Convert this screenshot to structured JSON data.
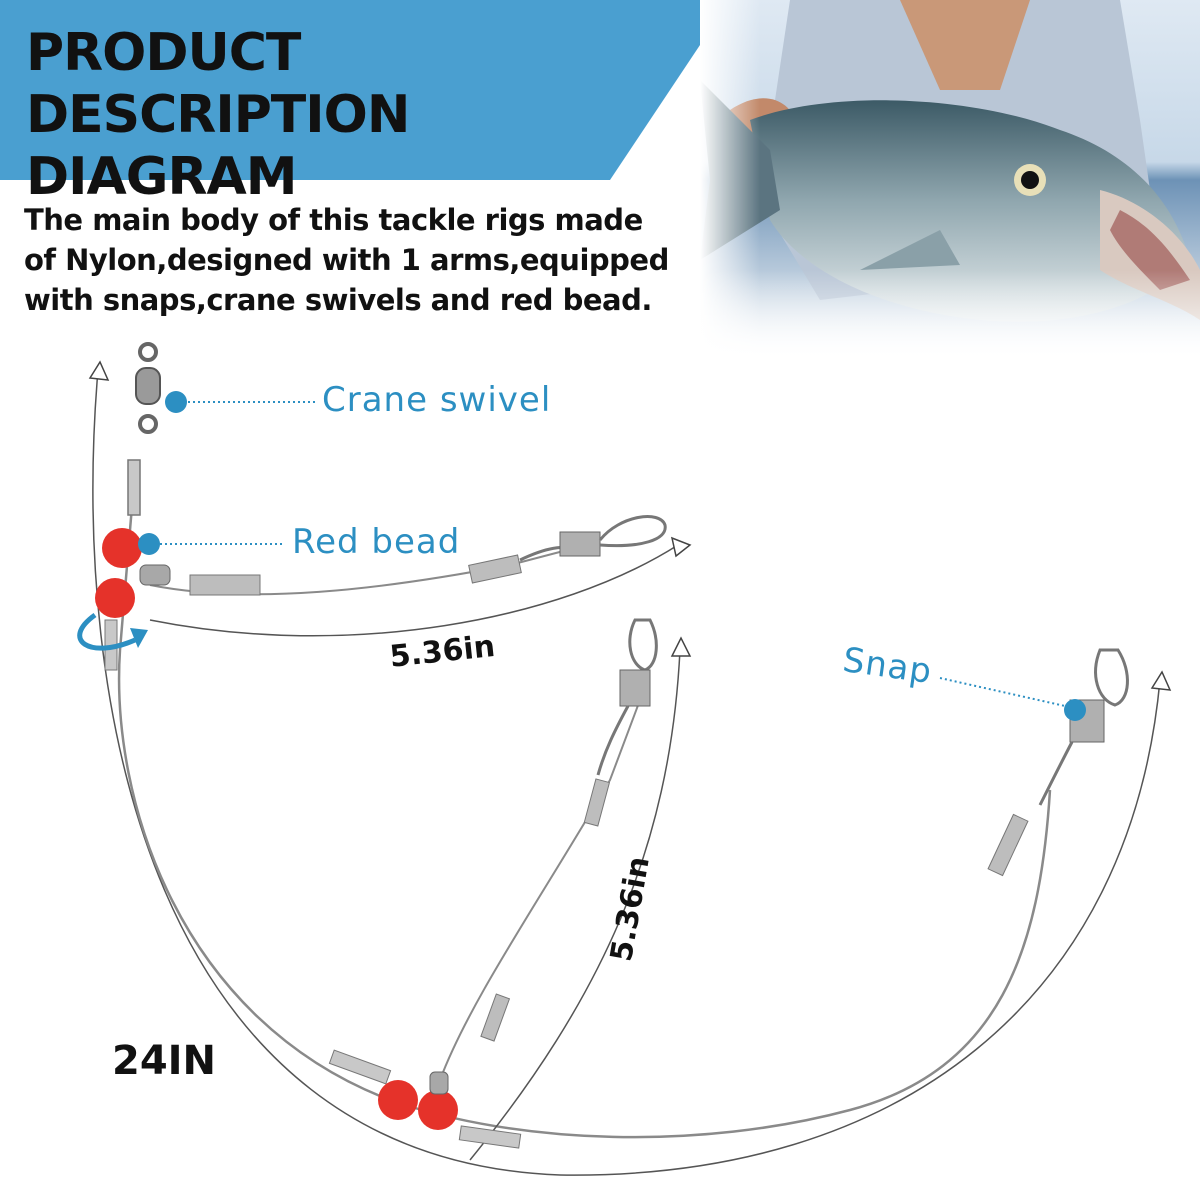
{
  "header": {
    "title_line1": "PRODUCT DESCRIPTION",
    "title_line2": "DIAGRAM",
    "band_color": "#4a9fd0"
  },
  "description": {
    "line1": "The main body of this tackle rigs made",
    "line2": "of Nylon,designed with 1 arms,equipped",
    "line3": "with snaps,crane swivels and red bead."
  },
  "labels": {
    "crane_swivel": "Crane swivel",
    "red_bead": "Red bead",
    "snap": "Snap",
    "accent_color": "#2c8fc2"
  },
  "dimensions": {
    "arm_upper": "5.36in",
    "arm_lower": "5.36in",
    "total_length": "24IN"
  },
  "photo": {
    "icon": "fish-photo"
  }
}
